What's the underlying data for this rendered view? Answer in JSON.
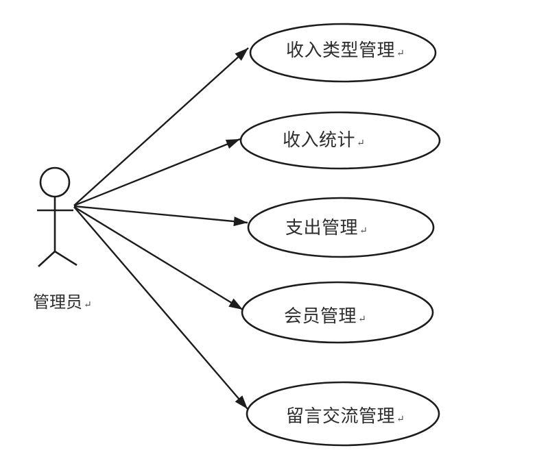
{
  "colors": {
    "background": "#ffffff",
    "stroke": "#1c1c1c",
    "text": "#2d2d2d"
  },
  "actor": {
    "label": "管理员"
  },
  "usecases": [
    {
      "label": "收入类型管理"
    },
    {
      "label": "收入统计"
    },
    {
      "label": "支出管理"
    },
    {
      "label": "会员管理"
    },
    {
      "label": "留言交流管理"
    }
  ],
  "symbols": {
    "paragraph_mark": "↵"
  }
}
